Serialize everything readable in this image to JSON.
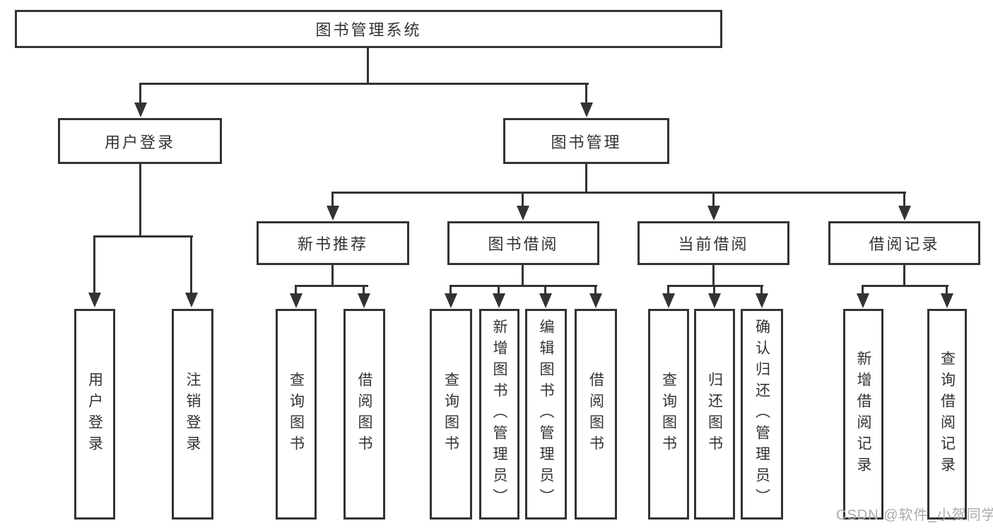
{
  "tree": {
    "label": "图书管理系统",
    "children": [
      {
        "label": "用户登录",
        "children": [
          {
            "label": "用户登录"
          },
          {
            "label": "注销登录"
          }
        ]
      },
      {
        "label": "图书管理",
        "children": [
          {
            "label": "新书推荐",
            "children": [
              {
                "label": "查询图书"
              },
              {
                "label": "借阅图书"
              }
            ]
          },
          {
            "label": "图书借阅",
            "children": [
              {
                "label": "查询图书"
              },
              {
                "label": "新增图书（管理员）"
              },
              {
                "label": "编辑图书（管理员）"
              },
              {
                "label": "借阅图书"
              }
            ]
          },
          {
            "label": "当前借阅",
            "children": [
              {
                "label": "查询图书"
              },
              {
                "label": "归还图书"
              },
              {
                "label": "确认归还（管理员）"
              }
            ]
          },
          {
            "label": "借阅记录",
            "children": [
              {
                "label": "新增借阅记录"
              },
              {
                "label": "查询借阅记录"
              }
            ]
          }
        ]
      }
    ]
  },
  "watermark": {
    "text": "CSDN @软件_小贺同学"
  },
  "colors": {
    "line": "#333333",
    "text": "#333333",
    "watermark": "#ababab",
    "background": "#ffffff"
  }
}
